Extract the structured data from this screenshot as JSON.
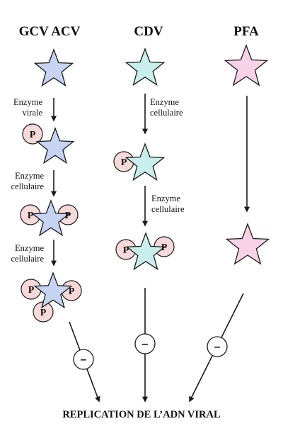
{
  "colors": {
    "star_blue": "#c6d3f2",
    "star_teal": "#c9efec",
    "star_pink": "#f8d2e6",
    "phosphate_fill": "#f8d9d9",
    "stroke": "#1a1a1a"
  },
  "columns": {
    "gcv_acv": {
      "title": "GCV  ACV",
      "step1": [
        "Enzyme",
        "virale"
      ],
      "step2": [
        "Enzyme",
        "cellulaire"
      ],
      "step3": [
        "Enzyme",
        "cellulaire"
      ]
    },
    "cdv": {
      "title": "CDV",
      "step1": [
        "Enzyme",
        "cellulaire"
      ],
      "step2": [
        "Enzyme",
        "cellulaire"
      ]
    },
    "pfa": {
      "title": "PFA"
    }
  },
  "phosphate_label": "P",
  "inhibition_symbol": "–",
  "footer": "REPLICATION DE L’ADN VIRAL"
}
